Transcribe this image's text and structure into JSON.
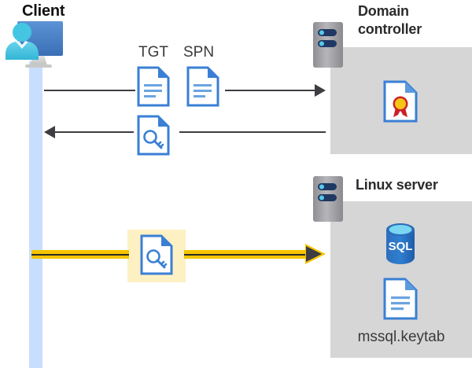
{
  "diagram": {
    "title_client": "Client",
    "title_domain_controller": "Domain controller",
    "title_linux_server": "Linux server",
    "colors": {
      "lifeline": "#c8deff",
      "panel_gray": "#d6d6d6",
      "highlight_yellow": "#fdf0c3",
      "arrow_yellow": "#f5c400",
      "arrow_dark": "#3d3d42",
      "doc_blue": "#3a7fd5",
      "sql_blue": "#2e72c0",
      "cert_gold": "#f5c518",
      "cert_red": "#cc2127",
      "server_gray": "#9a9a9e",
      "server_navy": "#1f3864"
    }
  },
  "client": {
    "label": "Client",
    "icon": "client-computer-user-icon",
    "lifeline": "client-lifeline"
  },
  "domain_controller": {
    "label": "Domain controller",
    "tower_icon": "server-tower-icon",
    "contents": [
      {
        "icon": "certificate-document-icon",
        "label": ""
      }
    ]
  },
  "linux_server": {
    "label": "Linux server",
    "tower_icon": "server-tower-icon",
    "contents": [
      {
        "icon": "sql-database-icon",
        "label": "SQL"
      },
      {
        "icon": "keytab-document-icon",
        "label": "mssql.keytab"
      }
    ],
    "sql_text": "SQL",
    "keytab_filename": "mssql.keytab"
  },
  "flows": [
    {
      "id": "request-tgt-spn",
      "direction": "client-to-domain-controller",
      "style": "solid-dark-arrow",
      "labels": [
        "TGT",
        "SPN"
      ],
      "icons": [
        "document-icon",
        "document-icon"
      ]
    },
    {
      "id": "receive-service-ticket",
      "direction": "domain-controller-to-client",
      "style": "solid-dark-arrow",
      "labels": [],
      "icons": [
        "key-document-icon"
      ]
    },
    {
      "id": "present-ticket-to-linux-server",
      "direction": "client-to-linux-server",
      "style": "highlighted-yellow-arrow",
      "labels": [],
      "icons": [
        "key-document-icon"
      ],
      "highlighted": true
    }
  ],
  "labels": {
    "tgt": "TGT",
    "spn": "SPN",
    "keytab": "mssql.keytab",
    "sql": "SQL"
  }
}
